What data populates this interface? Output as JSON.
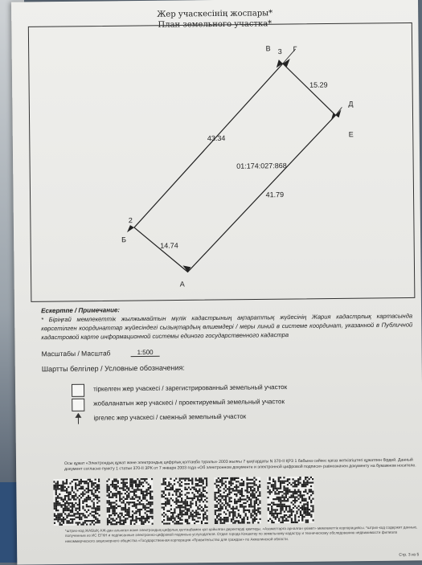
{
  "header": {
    "title_kz": "Жер учаскесінің жоспары*",
    "title_ru": "План земельного участка*"
  },
  "plan": {
    "parcel_number": "01:174:027:868",
    "points": [
      {
        "letter": "А",
        "number": ""
      },
      {
        "letter": "Б",
        "number": "2"
      },
      {
        "letter": "В",
        "number": "3"
      },
      {
        "letter": "Г",
        "number": ""
      },
      {
        "letter": "Д",
        "number": ""
      },
      {
        "letter": "Е",
        "number": ""
      }
    ],
    "sides": [
      "43.34",
      "15.29",
      "41.79",
      "14.74"
    ]
  },
  "note": {
    "heading": "Ескертпе / Примечание:",
    "body": "* Біріңғай мемлекеттік жылжымайтын мүлік кадастрының ақпараттық жүйесінің Жария кадастрлық картасында көрсетілген координаттар жүйесіндегі сызықтардың өлшемдері / меры линий в системе координат, указанной в Публичной кадастровой карте информационной системы единого государственного кадастра"
  },
  "scale": {
    "label": "Масштабы / Масштаб",
    "value": "1:500"
  },
  "legend": {
    "title": "Шартты белгілер / Условные обозначения:",
    "items": [
      "тіркелген жер учаскесі / зарегистрированный земельный участок",
      "жобаланатын жер учаскесі / проектируемый земельный участок",
      "іргелес жер учаскесі / смежный земельный участок"
    ]
  },
  "footer": {
    "text": "Осы құжат «Электрондық құжат және электрондық цифрлық қолтаңба туралы» 2003 жылғы 7 қаңтардағы N 370-II ҚРЗ 1 бабына сәйкес қағаз жеткізгіштегі құжатпен бірдей. Данный документ согласно пункту 1 статьи 370-II ЗРК от 7 января 2003 года «Об электронном документе и электронной цифровой подписи» равнозначен документу на бумажном носителе.",
    "small_text": "*штрих-код ЖАБЫҚ АЖ-дан алынған және электрондық-цифрлық қолтаңбамен қол қойылған деректерді қамтиды. «Азаматтарға арналған үкімет» мемлекеттік корпорациясы. *штрих-код содержит данные, полученные из ИС ЕГКН и подписанные электронно-цифровой подписью услугодателя. Отдел города Кокшетау по земельному кадастру и техническому обследованию недвижимости филиала некоммерческого акционерного общества «Государственная корпорация «Правительство для граждан» по Акмолинской области.",
    "page": "Стр. 3 из 5"
  }
}
